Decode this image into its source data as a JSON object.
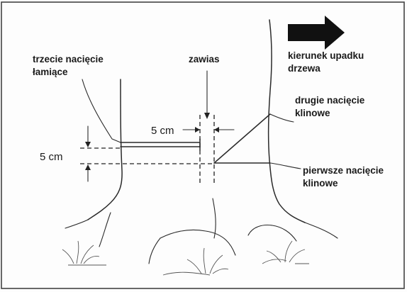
{
  "labels": {
    "third_cut": [
      "trzecie nacięcie",
      "łamiące"
    ],
    "hinge": "zawias",
    "direction": [
      "kierunek upadku",
      "drzewa"
    ],
    "second_cut": [
      "drugie nacięcie",
      "klinowe"
    ],
    "first_cut": [
      "pierwsze nacięcie",
      "klinowe"
    ],
    "hinge_width": "5 cm",
    "cut_height": "5 cm"
  },
  "icons": {
    "direction_arrow": "arrow-right-icon"
  }
}
